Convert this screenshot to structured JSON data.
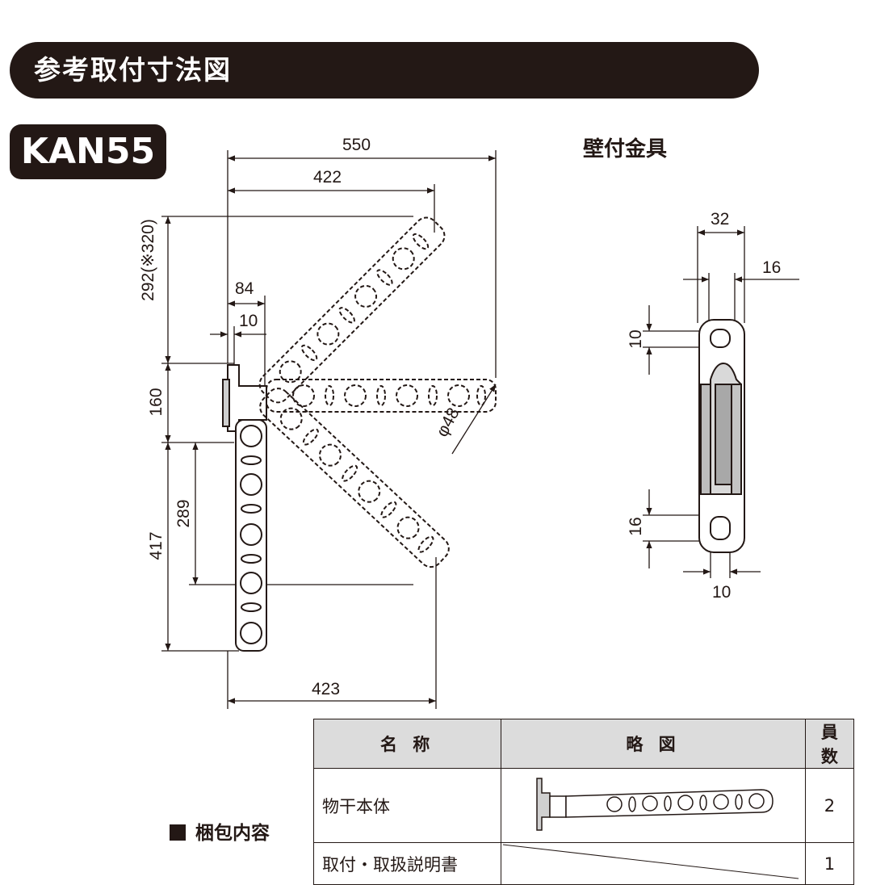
{
  "header": {
    "title": "参考取付寸法図"
  },
  "model": "KAN55",
  "main_diagram": {
    "dims": {
      "width_550": "550",
      "width_422": "422",
      "height_292": "292(※320)",
      "width_84": "84",
      "width_10": "10",
      "height_160": "160",
      "height_289": "289",
      "height_417": "417",
      "width_423": "423",
      "pipe_diameter": "φ48"
    }
  },
  "bracket": {
    "title": "壁付金具",
    "dims": {
      "w32": "32",
      "w16": "16",
      "h10": "10",
      "h16": "16",
      "w10": "10"
    }
  },
  "package": {
    "label": "梱包内容",
    "headers": {
      "name": "名 称",
      "sketch": "略 図",
      "qty": "員数"
    },
    "rows": [
      {
        "name": "物干本体",
        "qty": "2"
      },
      {
        "name": "取付・取扱説明書",
        "qty": "1"
      }
    ]
  },
  "colors": {
    "ink": "#231815",
    "header_fill": "#dcdcdc"
  }
}
